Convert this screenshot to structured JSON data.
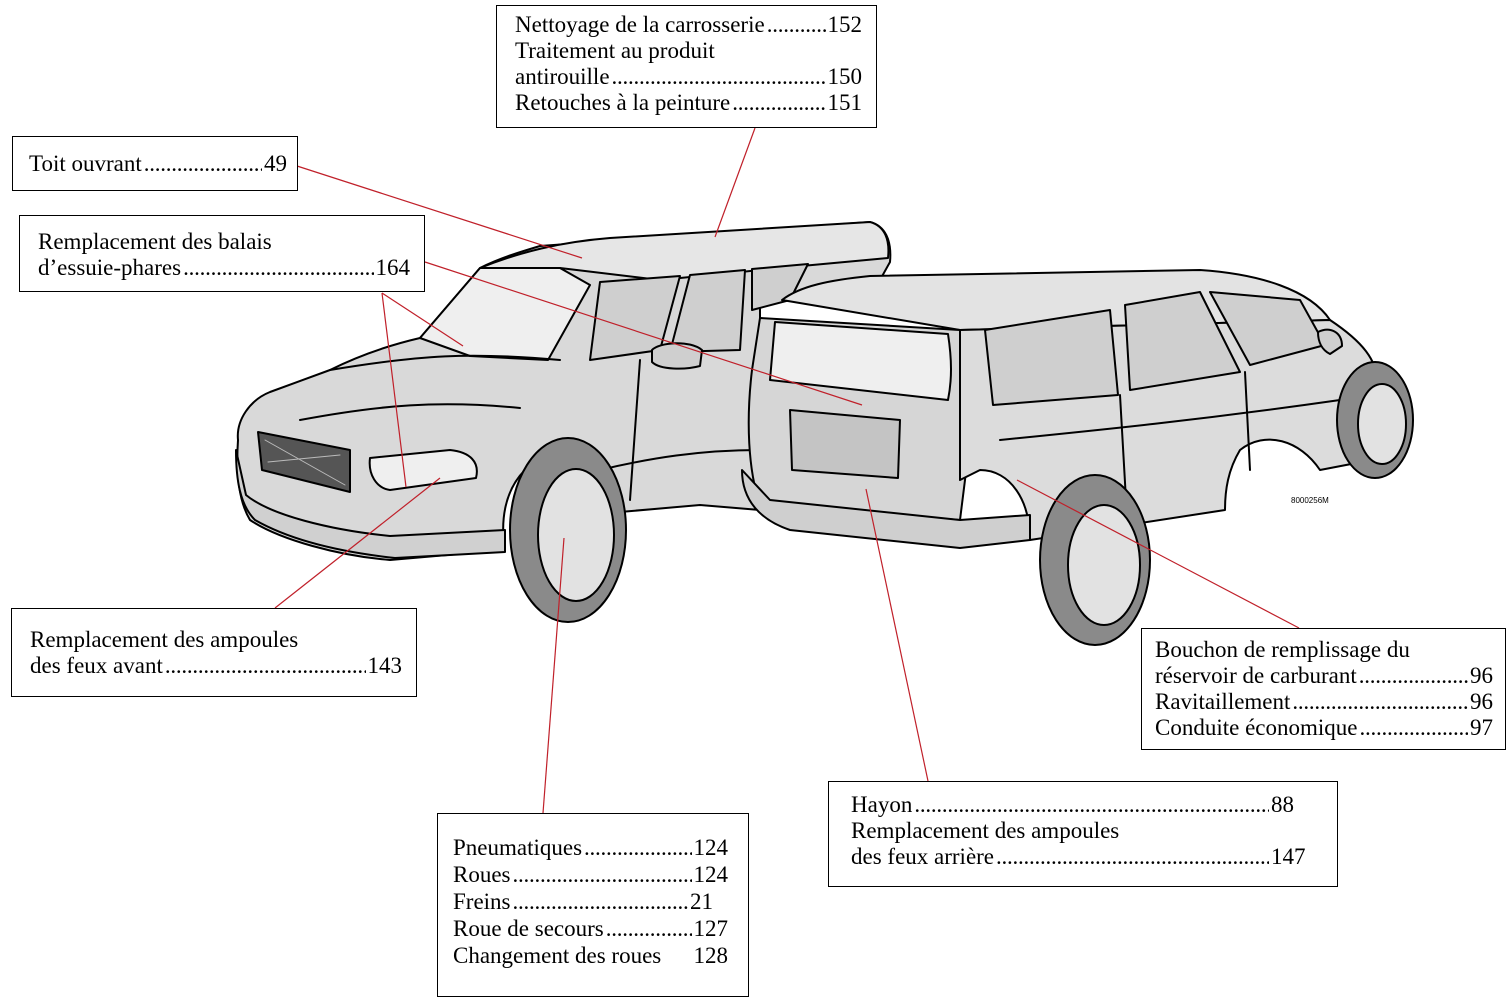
{
  "callouts": {
    "carrosserie": {
      "entries": [
        {
          "label": "Nettoyage de la carrosserie",
          "page": "152"
        },
        {
          "label": "Traitement au produit",
          "page": ""
        },
        {
          "label": "antirouille",
          "page": "150"
        },
        {
          "label": "Retouches à la peinture",
          "page": "151"
        }
      ]
    },
    "toit": {
      "entries": [
        {
          "label": "Toit ouvrant",
          "page": "49"
        }
      ]
    },
    "balais": {
      "entries": [
        {
          "label": "Remplacement des balais",
          "page": ""
        },
        {
          "label": "d’essuie-phares",
          "page": "164"
        }
      ]
    },
    "ampoules_avant": {
      "entries": [
        {
          "label": "Remplacement des ampoules",
          "page": ""
        },
        {
          "label": "des feux avant",
          "page": "143"
        }
      ]
    },
    "roues": {
      "entries": [
        {
          "label": "Pneumatiques",
          "page": "124"
        },
        {
          "label": "Roues",
          "page": "124"
        },
        {
          "label": "Freins",
          "page": "21"
        },
        {
          "label": "Roue de secours",
          "page": "127"
        },
        {
          "label": "Changement des roues",
          "page": "128"
        }
      ]
    },
    "hayon": {
      "entries": [
        {
          "label": "Hayon",
          "page": "88"
        },
        {
          "label": "Remplacement des ampoules",
          "page": ""
        },
        {
          "label": "des feux arrière",
          "page": "147"
        }
      ]
    },
    "carburant": {
      "entries": [
        {
          "label": "Bouchon de remplissage du",
          "page": ""
        },
        {
          "label": "réservoir de carburant",
          "page": "96"
        },
        {
          "label": "Ravitaillement",
          "page": "96"
        },
        {
          "label": "Conduite économique",
          "page": "97"
        }
      ]
    }
  },
  "illustration": {
    "code": "8000256M",
    "leader_color": "#c0202a",
    "body_color": "#dcdcdc",
    "tire_color": "#8a8a8a"
  }
}
